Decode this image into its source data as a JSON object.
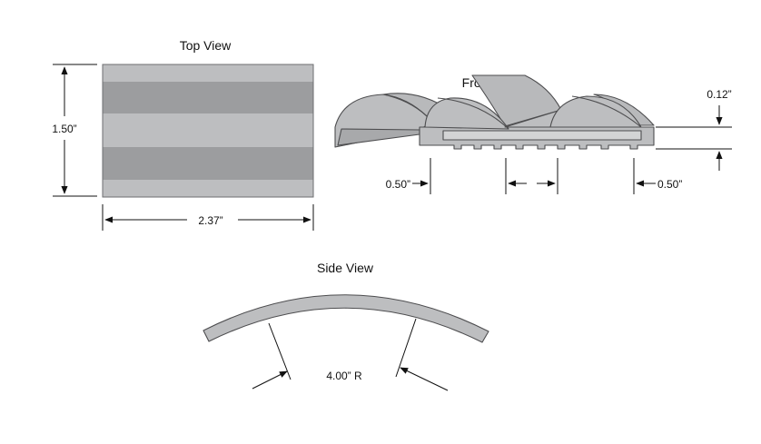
{
  "views": {
    "top": {
      "title": "Top View",
      "width": "2.37”",
      "height": "1.50”"
    },
    "front": {
      "title": "Front View",
      "left_offset": "0.50”",
      "right_offset": "0.50”",
      "thickness": "0.12”"
    },
    "side": {
      "title": "Side View",
      "radius": "4.00” R"
    }
  },
  "colors": {
    "light_gray": "#bdbec0",
    "dark_gray": "#9c9d9f",
    "outline": "#4d4d4f"
  }
}
